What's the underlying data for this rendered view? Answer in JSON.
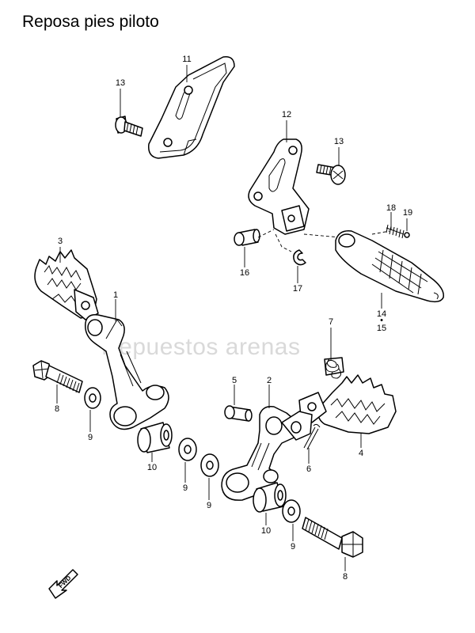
{
  "title": "Reposa pies piloto",
  "watermark": "Repuestos arenas",
  "fwd_label": "FWD",
  "callouts": {
    "c11": "11",
    "c13a": "13",
    "c12": "12",
    "c13b": "13",
    "c18": "18",
    "c19": "19",
    "c3": "3",
    "c16": "16",
    "c17": "17",
    "c1": "1",
    "c14": "14",
    "c15": "15",
    "c7": "7",
    "c8a": "8",
    "c9a": "9",
    "c5": "5",
    "c2": "2",
    "c4": "4",
    "c6": "6",
    "c10a": "10",
    "c9b": "9",
    "c9c": "9",
    "c10b": "10",
    "c9d": "9",
    "c8b": "8"
  }
}
